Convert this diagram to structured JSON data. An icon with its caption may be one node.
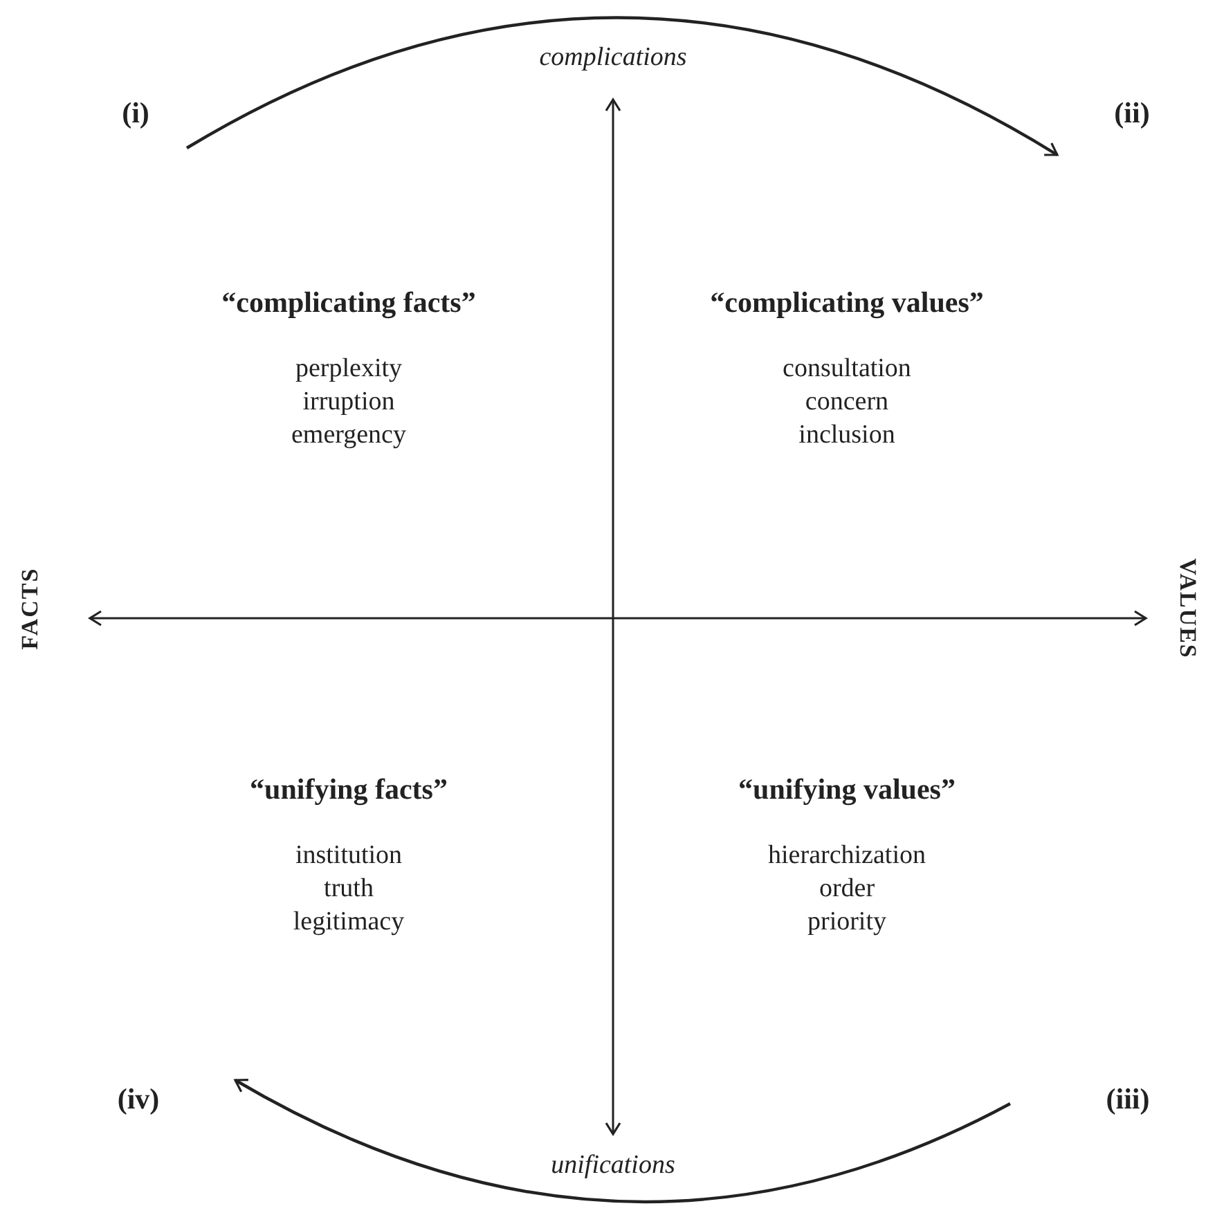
{
  "diagram": {
    "nodes": [
      {
        "text": [
          "(i)"
        ]
      },
      {
        "text": [
          "(ii)"
        ]
      },
      {
        "text": [
          "(iii)"
        ]
      },
      {
        "text": [
          "(iv)"
        ]
      }
    ],
    "edges": [
      {
        "from": 0,
        "to": 1,
        "arrow": "to"
      },
      {
        "from": 2,
        "to": 3,
        "arrow": "to"
      }
    ],
    "labels": [
      "complications",
      "“complicating facts”",
      "perplexity irruption emergency",
      "“complicating values”",
      "consultation concern inclusion",
      "FACTS",
      "VALUES",
      "“unifying facts”",
      "institution truth legitimacy",
      "“unifying values”",
      "hierarchization order priority",
      "unifications"
    ]
  }
}
